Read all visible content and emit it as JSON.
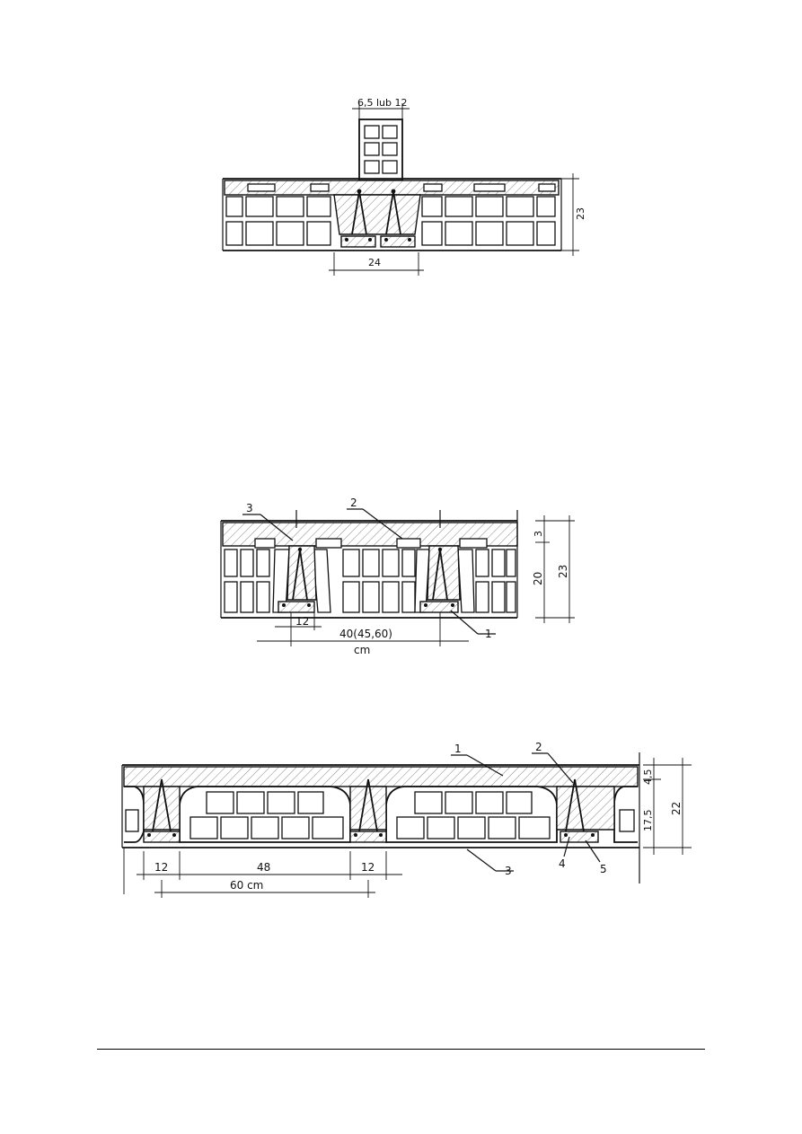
{
  "figure1": {
    "top_dim": "6,5 lub 12",
    "height_dim": "23",
    "rib_pair_dim": "24"
  },
  "figure2": {
    "callout_2": "2",
    "callout_3": "3",
    "callout_1": "1",
    "dim_3": "3",
    "dim_20": "20",
    "dim_23": "23",
    "dim_12": "12",
    "dim_span": "40(45,60)",
    "unit": "cm"
  },
  "figure3": {
    "callout_1": "1",
    "callout_2": "2",
    "callout_3": "3",
    "callout_4": "4",
    "callout_5": "5",
    "dim_45": "4,5",
    "dim_175": "17,5",
    "dim_22": "22",
    "dim_12a": "12",
    "dim_48": "48",
    "dim_12b": "12",
    "dim_60": "60 cm"
  }
}
